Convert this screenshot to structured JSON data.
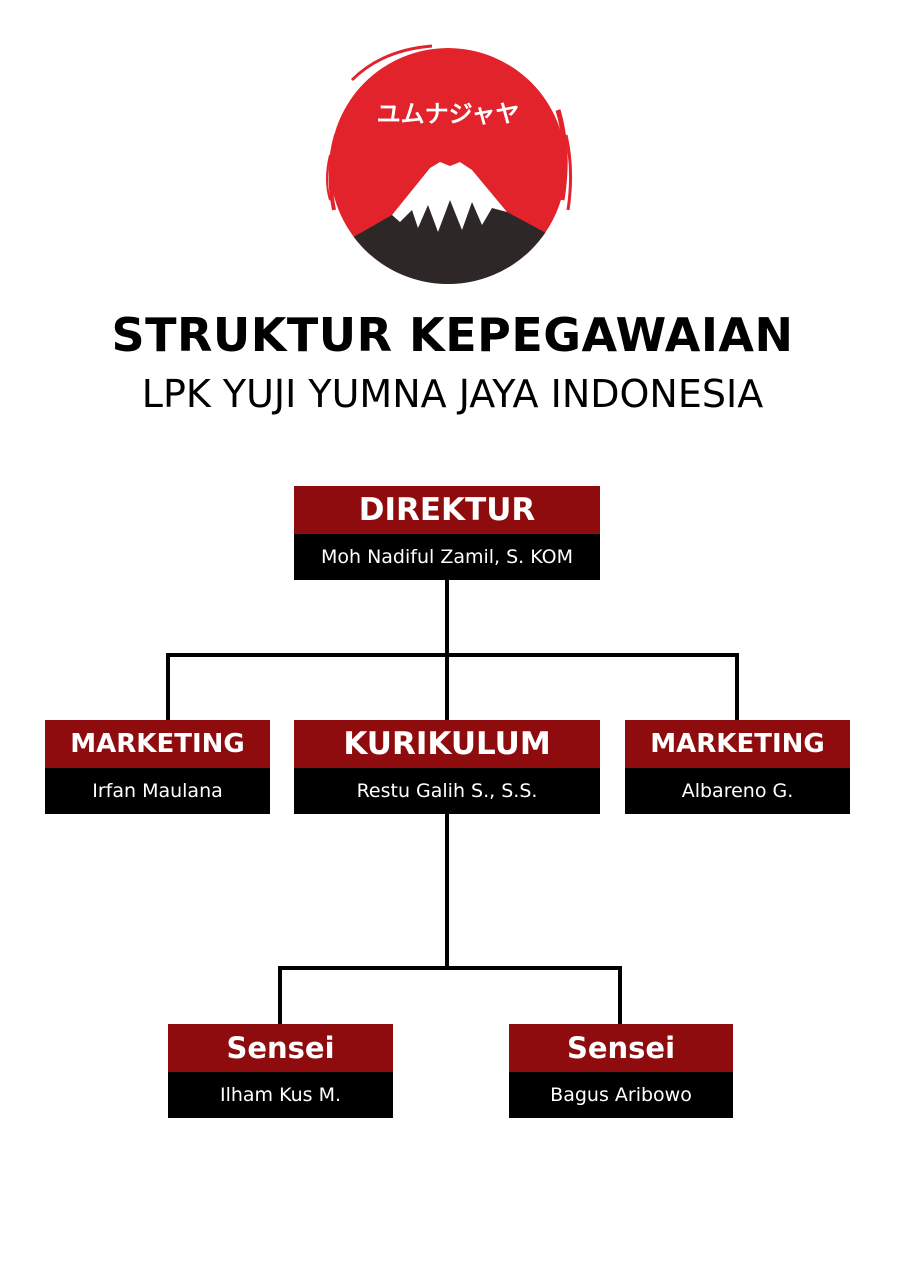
{
  "logo": {
    "katakana": "ユムナジャヤ",
    "colors": {
      "red": "#e3232c",
      "dark": "#2e2728",
      "snow": "#ffffff"
    }
  },
  "header": {
    "title": "STRUKTUR KEPEGAWAIAN",
    "subtitle": "LPK YUJI YUMNA JAYA INDONESIA"
  },
  "colors": {
    "role_bg": "#8f0c0e",
    "name_bg": "#000000",
    "line": "#000000"
  },
  "org": {
    "direktur": {
      "role": "DIREKTUR",
      "name": "Moh Nadiful Zamil, S. KOM"
    },
    "marketing_left": {
      "role": "MARKETING",
      "name": "Irfan Maulana"
    },
    "kurikulum": {
      "role": "KURIKULUM",
      "name": "Restu Galih S., S.S."
    },
    "marketing_right": {
      "role": "MARKETING",
      "name": "Albareno G."
    },
    "sensei_left": {
      "role": "Sensei",
      "name": "Ilham Kus M."
    },
    "sensei_right": {
      "role": "Sensei",
      "name": "Bagus Aribowo"
    }
  }
}
